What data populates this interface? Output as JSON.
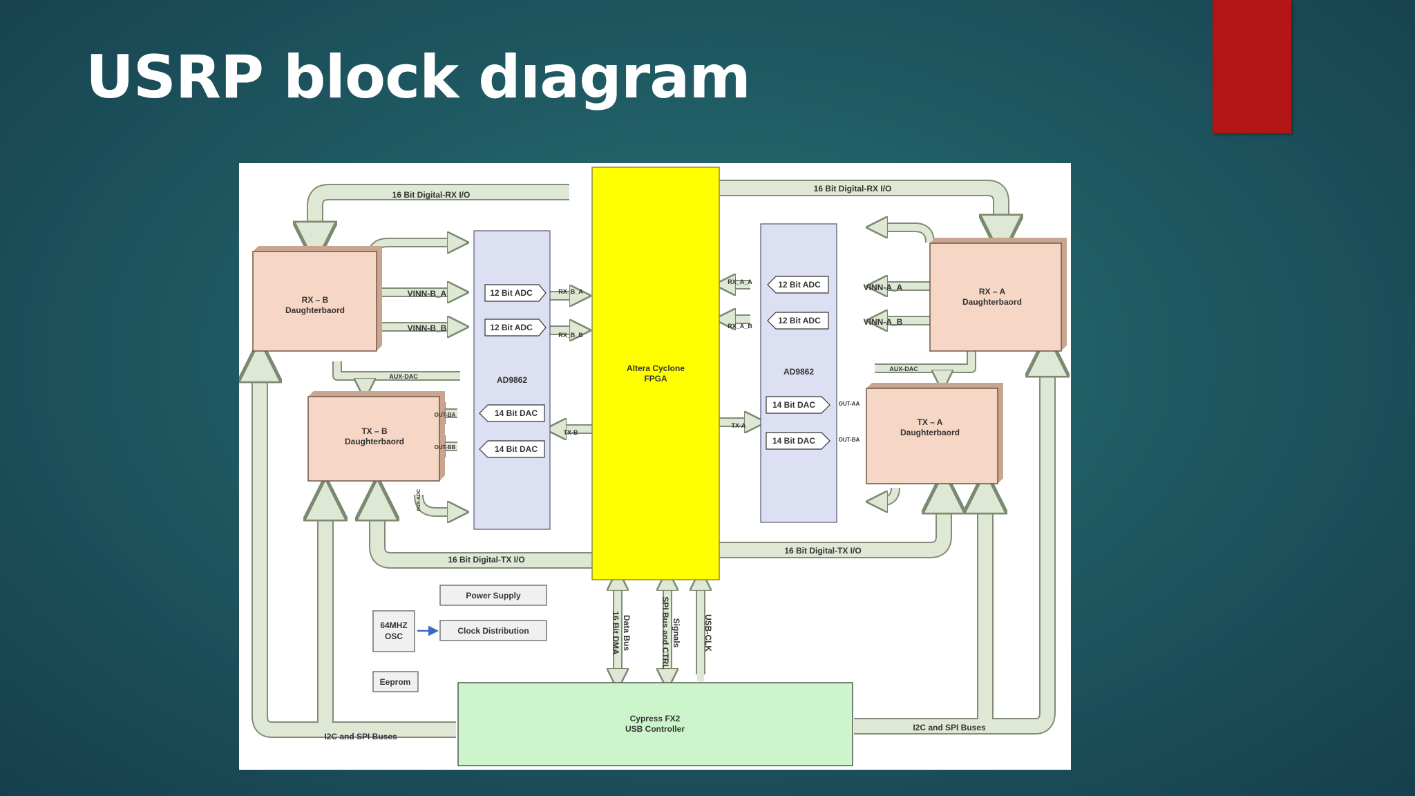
{
  "slide": {
    "title": "USRP block dıagram",
    "accent_color": "#b31414"
  },
  "diagram": {
    "fpga": {
      "line1": "Altera Cyclone",
      "line2": "FPGA"
    },
    "rx_b": {
      "line1": "RX – B",
      "line2": "Daughterbaord"
    },
    "tx_b": {
      "line1": "TX – B",
      "line2": "Daughterbaord"
    },
    "rx_a": {
      "line1": "RX – A",
      "line2": "Daughterbaord"
    },
    "tx_a": {
      "line1": "TX – A",
      "line2": "Daughterbaord"
    },
    "left_codec": {
      "name": "AD9862",
      "adc1": "12 Bit ADC",
      "adc2": "12 Bit ADC",
      "dac1": "14 Bit DAC",
      "dac2": "14 Bit DAC"
    },
    "right_codec": {
      "name": "AD9862",
      "adc1": "12 Bit ADC",
      "adc2": "12 Bit ADC",
      "dac1": "14 Bit DAC",
      "dac2": "14 Bit DAC"
    },
    "bus_labels": {
      "rx_io_left": "16 Bit Digital-RX I/O",
      "rx_io_right": "16 Bit Digital-RX I/O",
      "tx_io_left": "16 Bit Digital-TX I/O",
      "tx_io_right": "16 Bit Digital-TX I/O",
      "i2c_left": "I2C and SPI Buses",
      "i2c_right": "I2C and SPI Buses"
    },
    "signal_labels": {
      "vinn_b_a": "VINN-B_A",
      "vinn_b_b": "VINN-B_B",
      "vinn_a_a": "VINN-A_A",
      "vinn_a_b": "VINN-A_B",
      "rx_b_a": "RX_B_A",
      "rx_b_b": "RX_B_B",
      "rx_a_a": "RX_A_A",
      "rx_a_b": "RX_A_B",
      "tx_b": "TX-B",
      "tx_a": "TX-A",
      "aux_dac_left": "AUX-DAC",
      "aux_dac_right": "AUX-DAC",
      "out_b_a": "OUT-BA",
      "out_b_b": "OUT-BB",
      "out_a_a": "OUT-AA",
      "out_a_b": "OUT-BA",
      "aux_adc": "AUX-ADC"
    },
    "usb_buses": {
      "dma": "16 Bit DMA",
      "data_bus": "Data Bus",
      "spi": "SPI Bus and CTRL",
      "signals": "Signals",
      "clk": "USB-CLK"
    },
    "power_supply": "Power Supply",
    "clock_distribution": "Clock Distribution",
    "osc": {
      "line1": "64MHZ",
      "line2": "OSC"
    },
    "eeprom": "Eeprom",
    "usb_controller": {
      "line1": "Cypress FX2",
      "line2": "USB Controller"
    }
  }
}
